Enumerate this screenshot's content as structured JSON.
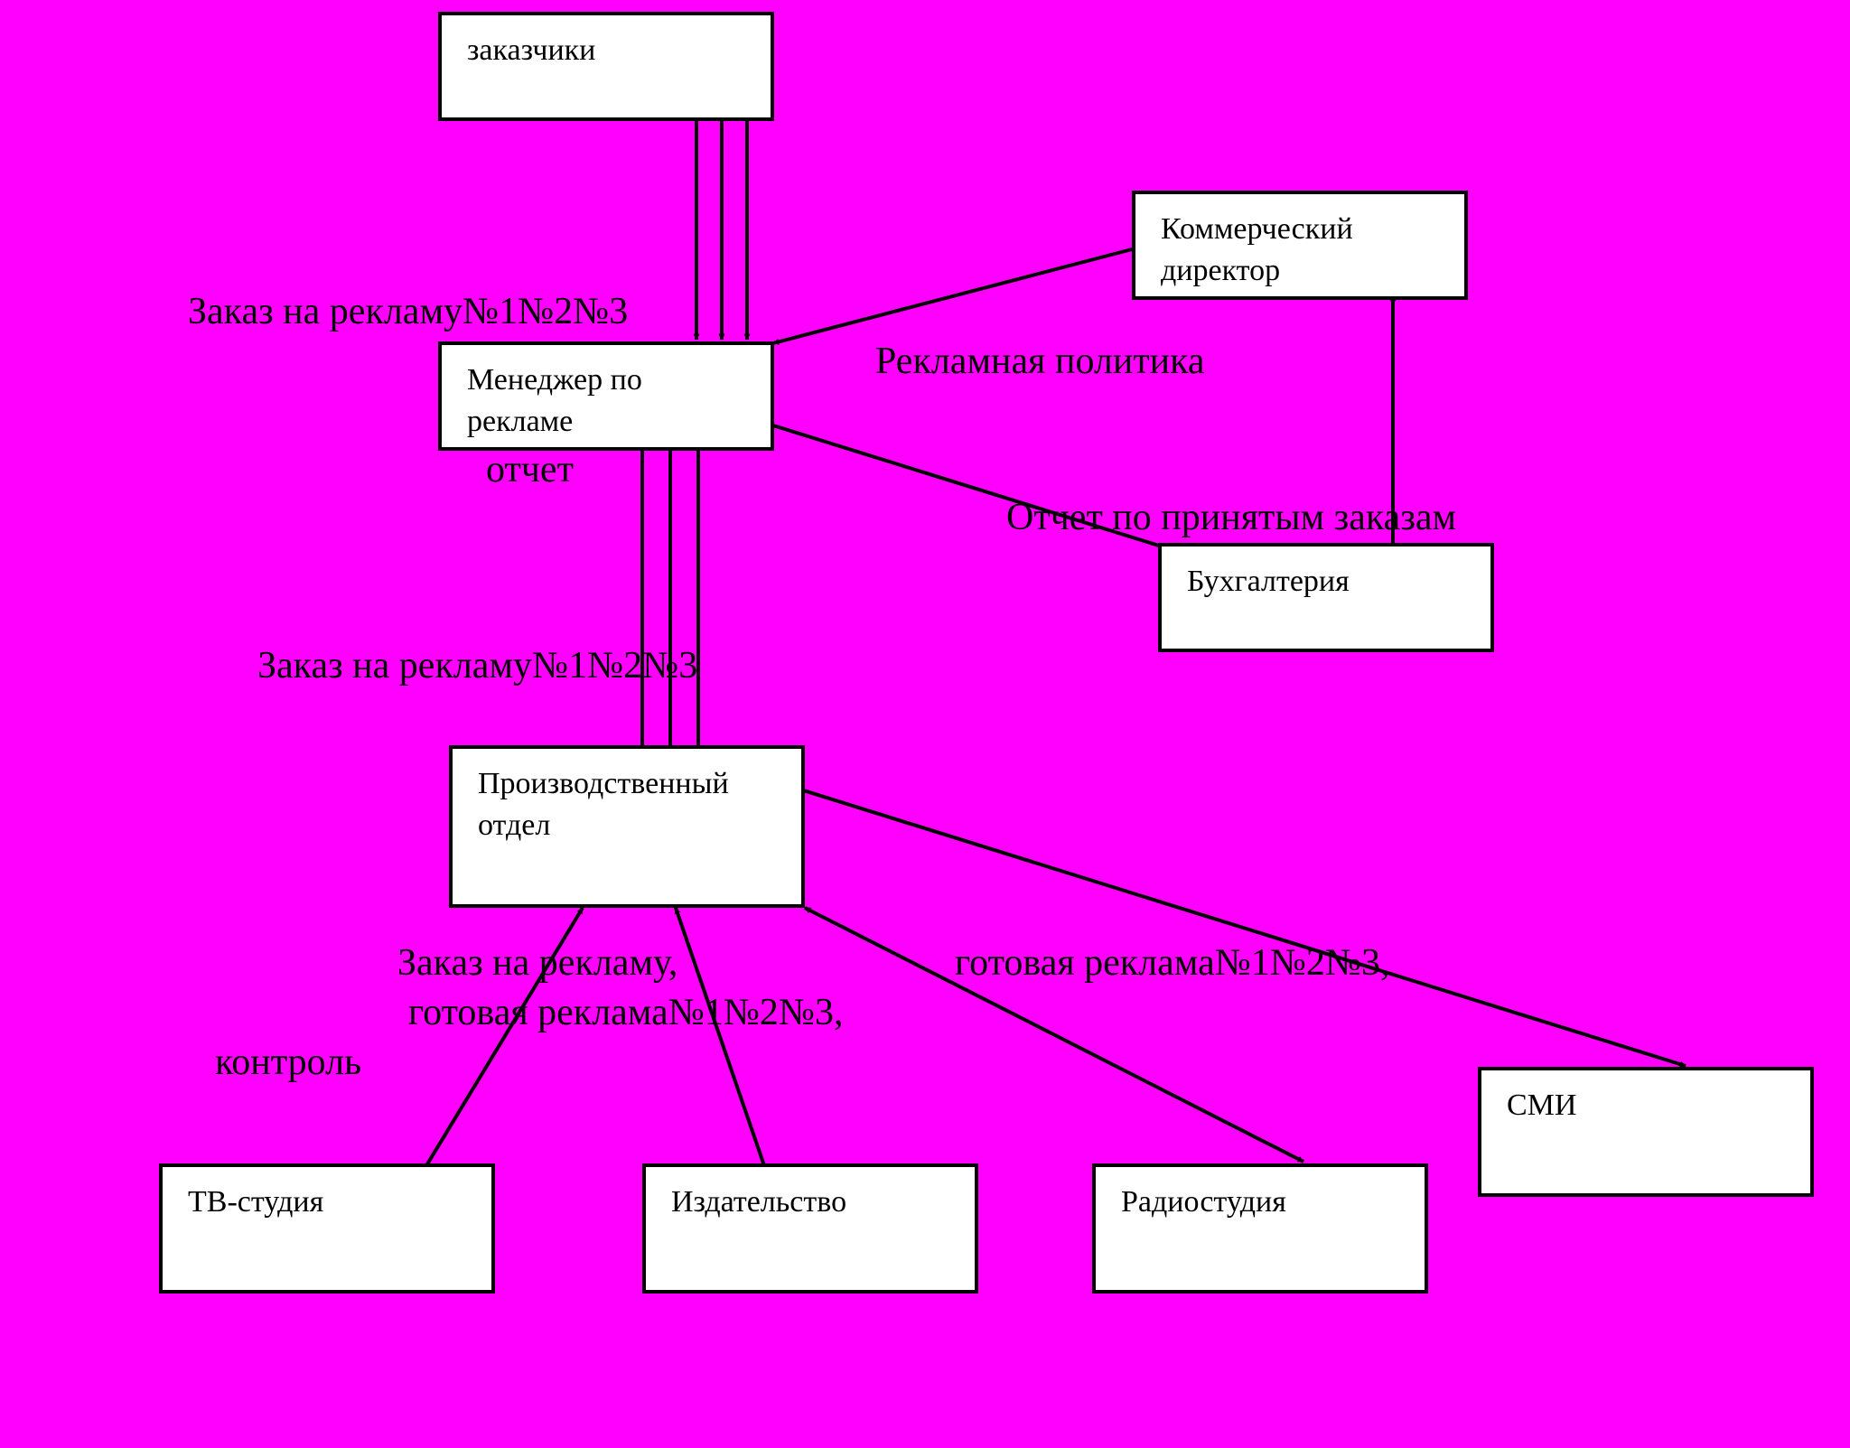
{
  "nodes": {
    "customers": {
      "label": "заказчики"
    },
    "commercial_director": {
      "line1": "Коммерческий",
      "line2": "директор"
    },
    "ad_manager": {
      "line1": "Менеджер по",
      "line2": "рекламе"
    },
    "accounting": {
      "label": "Бухгалтерия"
    },
    "production": {
      "line1": "Производственный",
      "line2": "отдел"
    },
    "tv_studio": {
      "label": "ТВ-студия"
    },
    "publisher": {
      "label": "Издательство"
    },
    "radio_studio": {
      "label": "Радиостудия"
    },
    "media": {
      "label": "СМИ"
    }
  },
  "edge_labels": {
    "order_top": "Заказ на рекламу№1№2№3",
    "ad_policy": "Рекламная политика",
    "report": "отчет",
    "accepted_orders_report": "Отчет по принятым заказам",
    "order_mid": "Заказ на рекламу№1№2№3",
    "order_bottom": "Заказ на рекламу,",
    "ready_ad_left": "готовая реклама№1№2№3,",
    "control": "контроль",
    "ready_ad_right": "готовая реклама№1№2№3,"
  },
  "colors": {
    "background": "#FF00FF",
    "box_fill": "#FFFFFF",
    "line": "#000000"
  }
}
